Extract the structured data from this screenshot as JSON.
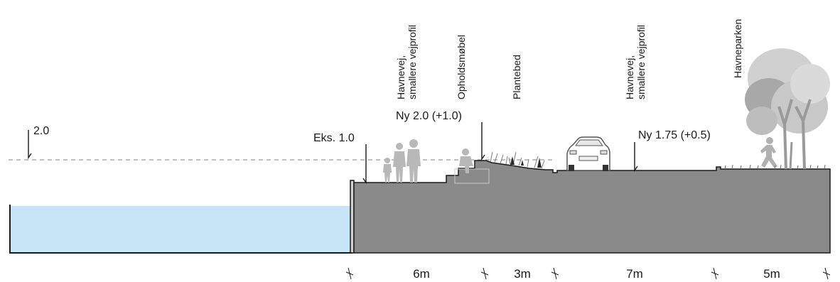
{
  "levels": {
    "water_level": "2.0",
    "existing": "Eks. 1.0",
    "new_quay": "Ny 2.0 (+1.0)",
    "new_road": "Ny 1.75 (+0.5)"
  },
  "zones": [
    {
      "name": "Havnevej,",
      "name2": "smallere vejprofil"
    },
    {
      "name": "Opholdsmøbel"
    },
    {
      "name": "Plantebed"
    },
    {
      "name": "Havnevej,",
      "name2": "smallere vejprofil"
    },
    {
      "name": "Havneparken"
    }
  ],
  "dimensions": [
    "6m",
    "3m",
    "7m",
    "5m"
  ],
  "colors": {
    "water": "#c6e6f7",
    "ground": "#8a8a8a",
    "line": "#1a1a1a",
    "dashed": "#9a9a9a",
    "silhouette": "#b8b8b8",
    "tree": "#c4c4c4"
  }
}
